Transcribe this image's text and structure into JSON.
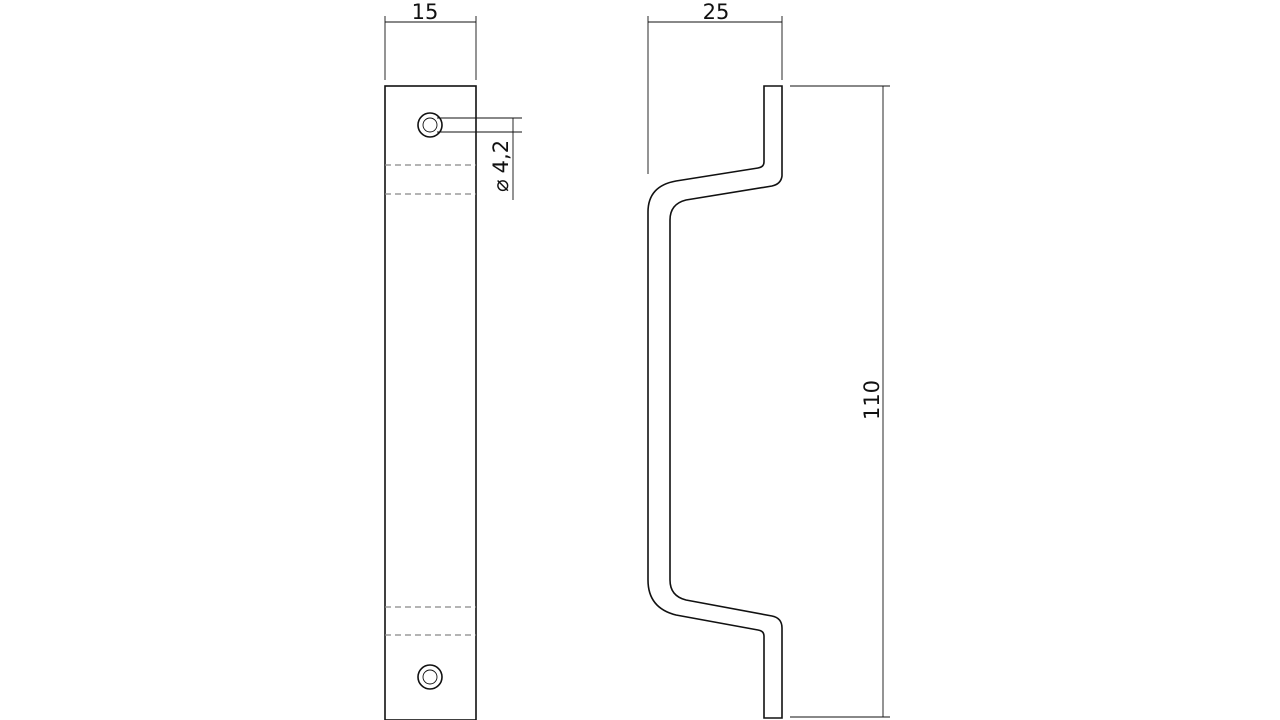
{
  "dimensions": {
    "width_front": "15",
    "width_side": "25",
    "height": "110",
    "hole_diameter_symbol": "⌀",
    "hole_diameter": "4,2"
  },
  "colors": {
    "line": "#111111",
    "hidden_line": "#888888",
    "background": "#ffffff"
  }
}
